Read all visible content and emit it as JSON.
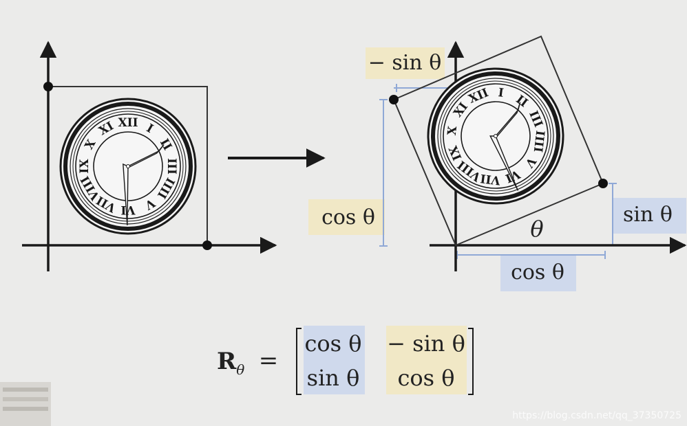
{
  "labels": {
    "neg_sin_top": "− sin θ",
    "cos_left": "cos θ",
    "sin_right": "sin θ",
    "cos_bottom": "cos θ",
    "theta": "θ"
  },
  "formula": {
    "lhs_letter": "R",
    "lhs_subscript": "θ",
    "equals": "=",
    "m11": "cos θ",
    "m12": "− sin θ",
    "m21": "sin θ",
    "m22": "cos θ"
  },
  "colors": {
    "background": "#ebebea",
    "blue_highlight": "#cfd9ec",
    "yellow_highlight": "#f1e8c6",
    "blue_line": "#8fa8d6",
    "ink": "#1a1a1a"
  },
  "clock": {
    "numerals": [
      "XII",
      "I",
      "II",
      "III",
      "IIII",
      "V",
      "VI",
      "VII",
      "VIII",
      "IX",
      "X",
      "XI"
    ]
  },
  "watermark": "https://blog.csdn.net/qq_37350725"
}
